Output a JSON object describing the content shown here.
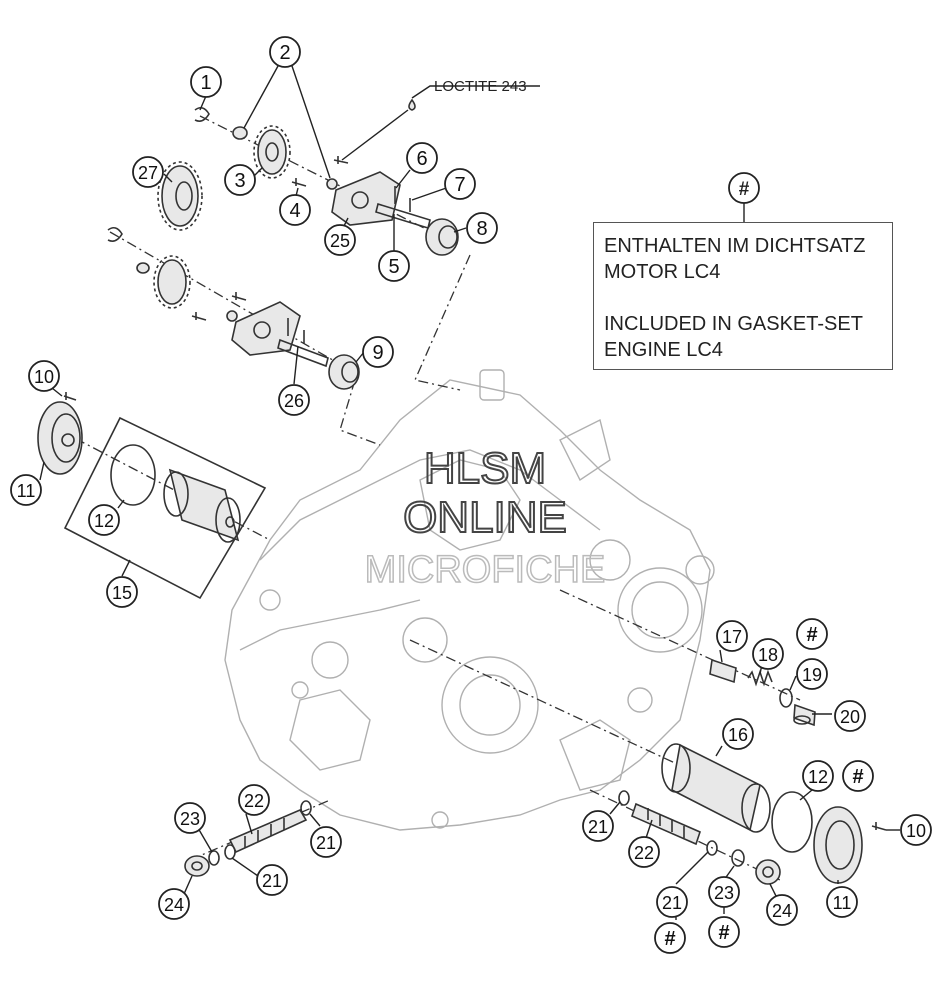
{
  "loctite_label": "LOCTITE 243",
  "note": {
    "marker": "#",
    "line1": "ENTHALTEN IM DICHTSATZ",
    "line2": "MOTOR LC4",
    "line3": "INCLUDED IN GASKET-SET",
    "line4": "ENGINE LC4"
  },
  "watermark": {
    "line1": "HLSM",
    "line2": "ONLINE",
    "line3": "MICROFICHE"
  },
  "callouts": [
    {
      "id": "c1",
      "text": "1"
    },
    {
      "id": "c2",
      "text": "2"
    },
    {
      "id": "c27",
      "text": "27"
    },
    {
      "id": "c3",
      "text": "3"
    },
    {
      "id": "c4",
      "text": "4"
    },
    {
      "id": "c6",
      "text": "6"
    },
    {
      "id": "c7",
      "text": "7"
    },
    {
      "id": "c8",
      "text": "8"
    },
    {
      "id": "c25",
      "text": "25"
    },
    {
      "id": "c5",
      "text": "5"
    },
    {
      "id": "c9",
      "text": "9"
    },
    {
      "id": "c26",
      "text": "26"
    },
    {
      "id": "c10a",
      "text": "10"
    },
    {
      "id": "c11a",
      "text": "11"
    },
    {
      "id": "c12a",
      "text": "12"
    },
    {
      "id": "c15",
      "text": "15"
    },
    {
      "id": "c17",
      "text": "17"
    },
    {
      "id": "c18",
      "text": "18"
    },
    {
      "id": "h1",
      "text": "#"
    },
    {
      "id": "c19",
      "text": "19"
    },
    {
      "id": "c20",
      "text": "20"
    },
    {
      "id": "c16",
      "text": "16"
    },
    {
      "id": "c12b",
      "text": "12"
    },
    {
      "id": "h2",
      "text": "#"
    },
    {
      "id": "c10b",
      "text": "10"
    },
    {
      "id": "c22a",
      "text": "22"
    },
    {
      "id": "c23a",
      "text": "23"
    },
    {
      "id": "c21a",
      "text": "21"
    },
    {
      "id": "c21b",
      "text": "21"
    },
    {
      "id": "c24a",
      "text": "24"
    },
    {
      "id": "c21c",
      "text": "21"
    },
    {
      "id": "c22b",
      "text": "22"
    },
    {
      "id": "c21d",
      "text": "21"
    },
    {
      "id": "c23b",
      "text": "23"
    },
    {
      "id": "c24b",
      "text": "24"
    },
    {
      "id": "c11b",
      "text": "11"
    },
    {
      "id": "h3",
      "text": "#"
    },
    {
      "id": "h4",
      "text": "#"
    }
  ]
}
